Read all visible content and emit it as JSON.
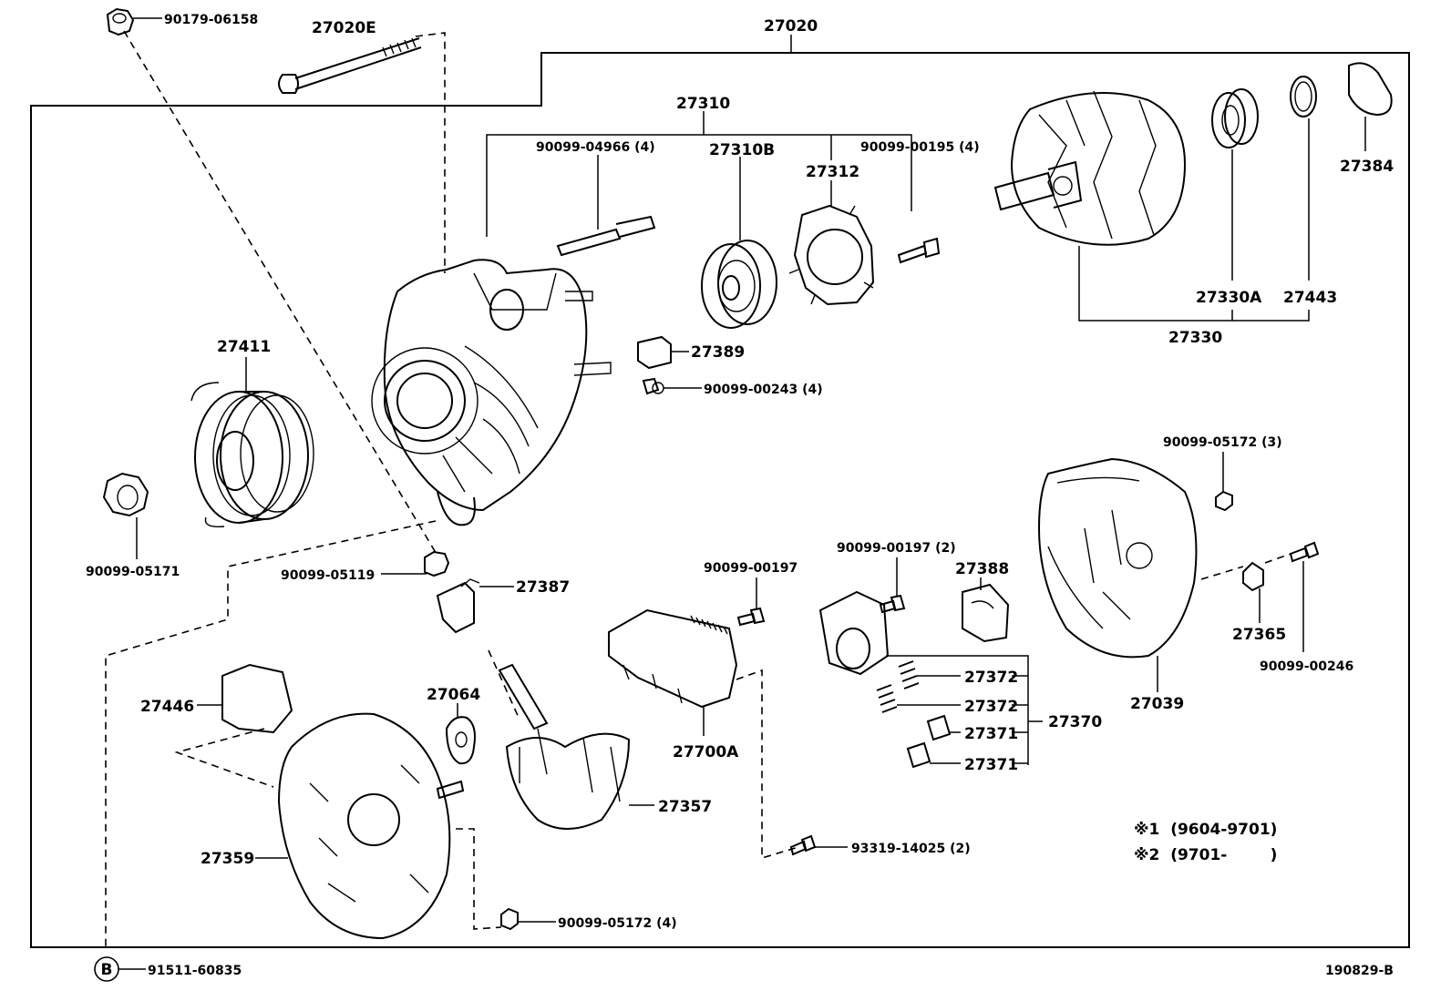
{
  "labels": {
    "p27020": "27020",
    "p90179_06158": "90179-06158",
    "p27020E": "27020E",
    "p27310": "27310",
    "p90099_04966": "90099-04966 (4)",
    "p27310B": "27310B",
    "p27312": "27312",
    "p90099_00195": "90099-00195 (4)",
    "p27384": "27384",
    "p27330A": "27330A",
    "p27443": "27443",
    "p27330": "27330",
    "p27411": "27411",
    "p27389": "27389",
    "p90099_00243": "90099-00243 (4)",
    "p90099_05171": "90099-05171",
    "p90099_05119": "90099-05119",
    "p27387": "27387",
    "p90099_00197": "90099-00197",
    "p90099_00197_2": "90099-00197 (2)",
    "p27388": "27388",
    "p90099_05172_3": "90099-05172 (3)",
    "p27365": "27365",
    "p90099_00246": "90099-00246",
    "p27039": "27039",
    "p27446": "27446",
    "p27064": "27064",
    "p27700A": "27700A",
    "p27372a": "27372",
    "p27372b": "27372",
    "p27370": "27370",
    "p27371a": "27371",
    "p27371b": "27371",
    "p27357": "27357",
    "p27359": "27359",
    "p93319_14025": "93319-14025 (2)",
    "p90099_05172_4": "90099-05172 (4)",
    "p91511_60835": "91511-60835",
    "circle_b": "B",
    "diagram_id": "190829-B"
  },
  "notes": [
    "※1  (9604-9701)",
    "※2  (9701-        )"
  ],
  "icons": [
    "alternator-assembly",
    "pulley",
    "bearing",
    "rotor",
    "rear-cover",
    "brush-holder",
    "regulator"
  ]
}
